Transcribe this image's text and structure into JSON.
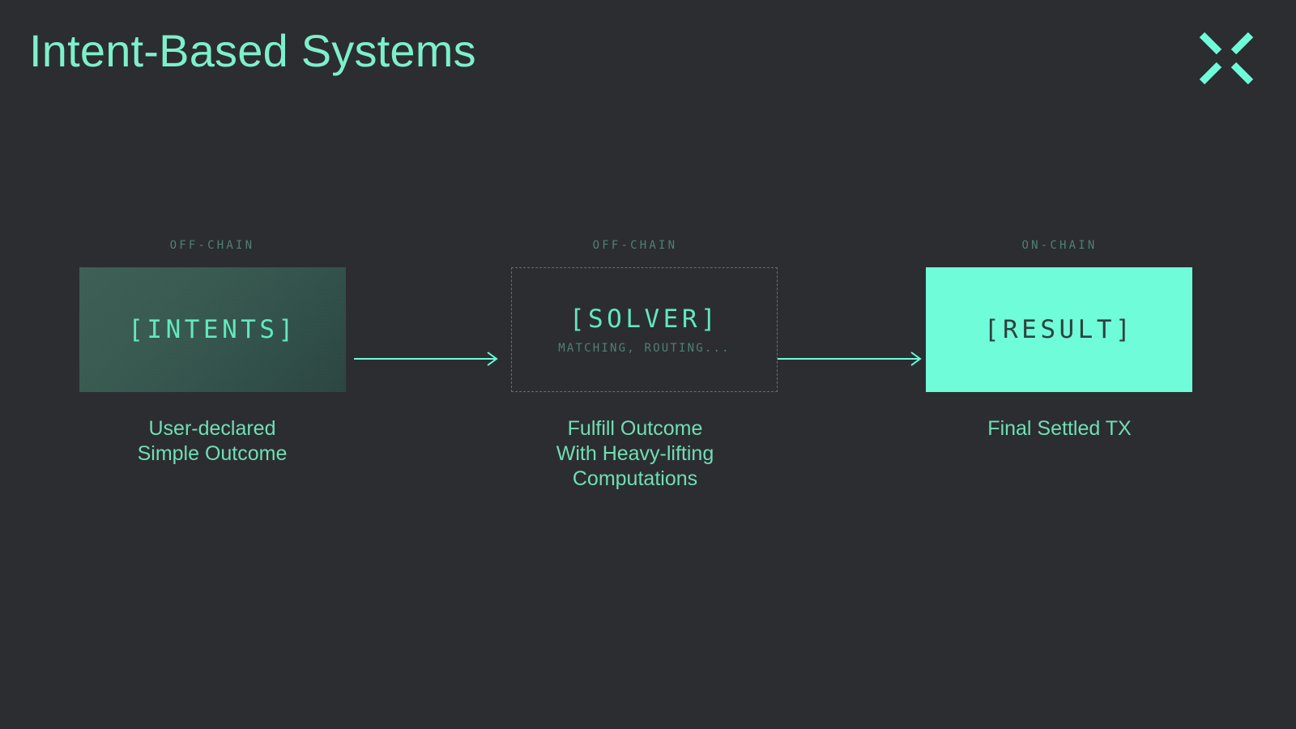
{
  "slide": {
    "title": "Intent-Based Systems",
    "background_color": "#2c2d31",
    "accent_color": "#6ffcd9",
    "muted_accent_color": "#4f8173"
  },
  "logo": {
    "name": "x-mark-logo",
    "color": "#6ffcd9"
  },
  "flow": {
    "stages": [
      {
        "id": "intents",
        "label": "OFF-CHAIN",
        "token": "[INTENTS]",
        "subtext": "",
        "box_style": "gradient-fill",
        "box_color_start": "#3e5f56",
        "box_color_end": "#2d4540",
        "token_color": "#62e8bd",
        "caption_lines": [
          "User-declared",
          "Simple Outcome"
        ]
      },
      {
        "id": "solver",
        "label": "OFF-CHAIN",
        "token": "[SOLVER]",
        "subtext": "MATCHING, ROUTING...",
        "box_style": "dashed-outline",
        "box_color_start": "",
        "box_color_end": "",
        "token_color": "#62e8bd",
        "caption_lines": [
          "Fulfill Outcome",
          "With Heavy-lifting",
          "Computations"
        ]
      },
      {
        "id": "result",
        "label": "ON-CHAIN",
        "token": "[RESULT]",
        "subtext": "",
        "box_style": "solid-fill",
        "box_color_start": "#6ffcd9",
        "box_color_end": "#6ffcd9",
        "token_color": "#31413d",
        "caption_lines": [
          "Final Settled TX"
        ]
      }
    ],
    "arrows": [
      {
        "id": "intents-to-solver",
        "direction": "right",
        "color": "#6ffcd9"
      },
      {
        "id": "solver-to-result",
        "direction": "right",
        "color": "#6ffcd9"
      }
    ]
  }
}
